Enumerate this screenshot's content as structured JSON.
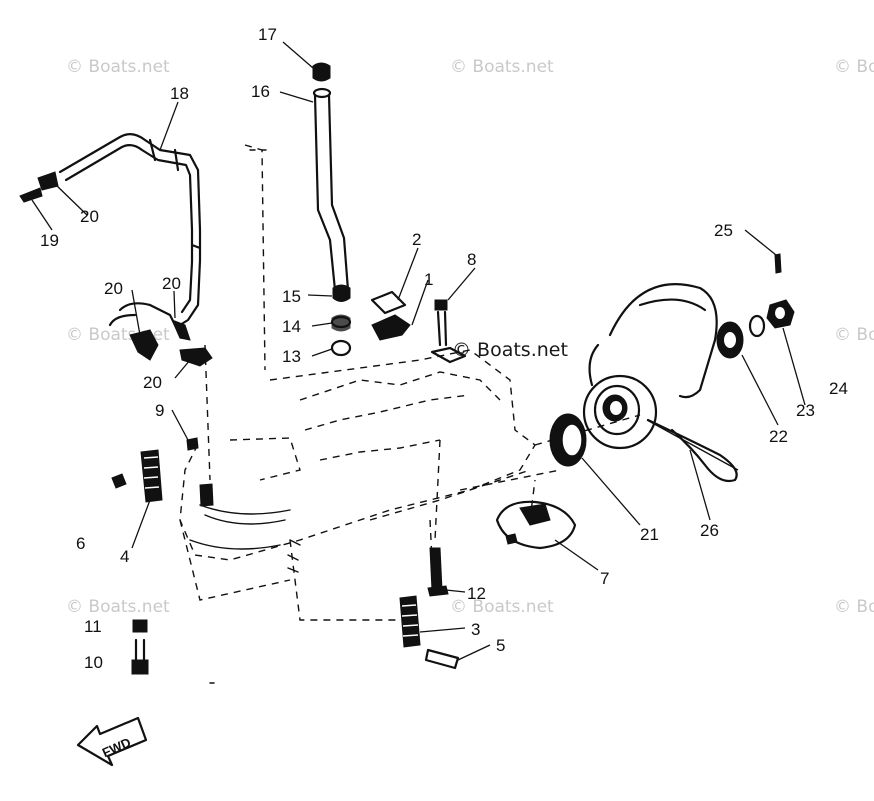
{
  "watermark": {
    "text": "© Boats.net",
    "color": "#c9c9c9"
  },
  "diagram": {
    "center_watermark": "© Boats.net",
    "fwd_label": "FWD",
    "callouts": [
      "1",
      "2",
      "3",
      "4",
      "5",
      "6",
      "7",
      "8",
      "9",
      "10",
      "11",
      "12",
      "13",
      "14",
      "15",
      "16",
      "17",
      "18",
      "19",
      "20",
      "21",
      "22",
      "23",
      "24",
      "25",
      "26"
    ],
    "labels": {
      "c17": "17",
      "c16": "16",
      "c18": "18",
      "c19": "19",
      "c20a": "20",
      "c20b": "20",
      "c20c": "20",
      "c20d": "20",
      "c2": "2",
      "c1": "1",
      "c8": "8",
      "c15": "15",
      "c14": "14",
      "c13": "13",
      "c9": "9",
      "c6": "6",
      "c4": "4",
      "c25": "25",
      "c24": "24",
      "c23": "23",
      "c22": "22",
      "c21": "21",
      "c26": "26",
      "c7": "7",
      "c12": "12",
      "c3": "3",
      "c5": "5",
      "c11": "11",
      "c10": "10"
    }
  }
}
